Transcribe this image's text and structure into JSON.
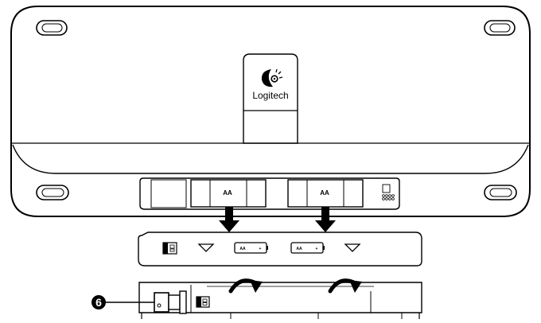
{
  "keyboard": {
    "brand_name": "Logitech"
  },
  "battery_slots": [
    {
      "label": "AA"
    },
    {
      "label": "AA"
    }
  ],
  "battery_cover": {
    "battery_icons": [
      {
        "label": "AA"
      },
      {
        "label": "AA"
      }
    ]
  },
  "callout": {
    "number": "6"
  },
  "colors": {
    "outline": "#000000",
    "fill": "#ffffff"
  }
}
